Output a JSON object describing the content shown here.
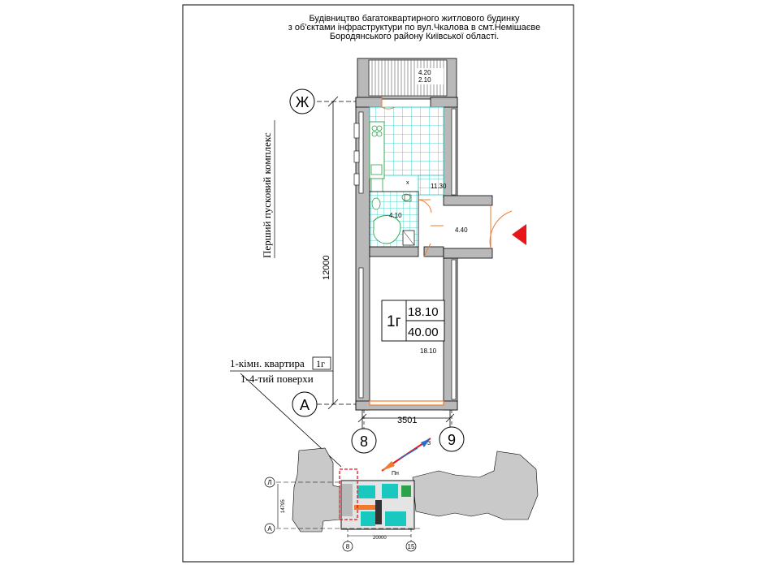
{
  "header": {
    "line1": "Будівництво багатоквартирного житлового будинку",
    "line2": "з об'єктами інфраструктури по вул.Чкалова в смт.Немішаєве",
    "line3": "Бородянського району  Київської області."
  },
  "side_label": "Перший пусковий комплекс",
  "axes": {
    "top": "Ж",
    "bottom": "А",
    "left": "8",
    "right": "9"
  },
  "dimensions": {
    "height": "12000",
    "width": "3501"
  },
  "rooms": {
    "balcony_area": "4.20",
    "balcony_area_reduced": "2.10",
    "kitchen_area": "11.30",
    "bathroom_area": "4.10",
    "hall_area": "4.40",
    "living_area": "18.10"
  },
  "apartment": {
    "code": "1г",
    "living": "18.10",
    "total": "40.00"
  },
  "legend": {
    "type_text": "1-кімн. квартира",
    "code": "1г",
    "floors": "1-4-тий поверхи"
  },
  "key_plan": {
    "axis_top": "Л",
    "axis_bottom": "А",
    "axis_left": "8",
    "axis_right": "15",
    "dim_vertical": "14795",
    "dim_horizontal": "20000",
    "compass_n": "Пн",
    "compass_e": "З"
  },
  "colors": {
    "wall": "#b9b9b9",
    "tile": "#19c9c0",
    "door": "#f07b2e",
    "entry_marker": "#e8151b",
    "key_plan_highlight": "#e8151b"
  }
}
